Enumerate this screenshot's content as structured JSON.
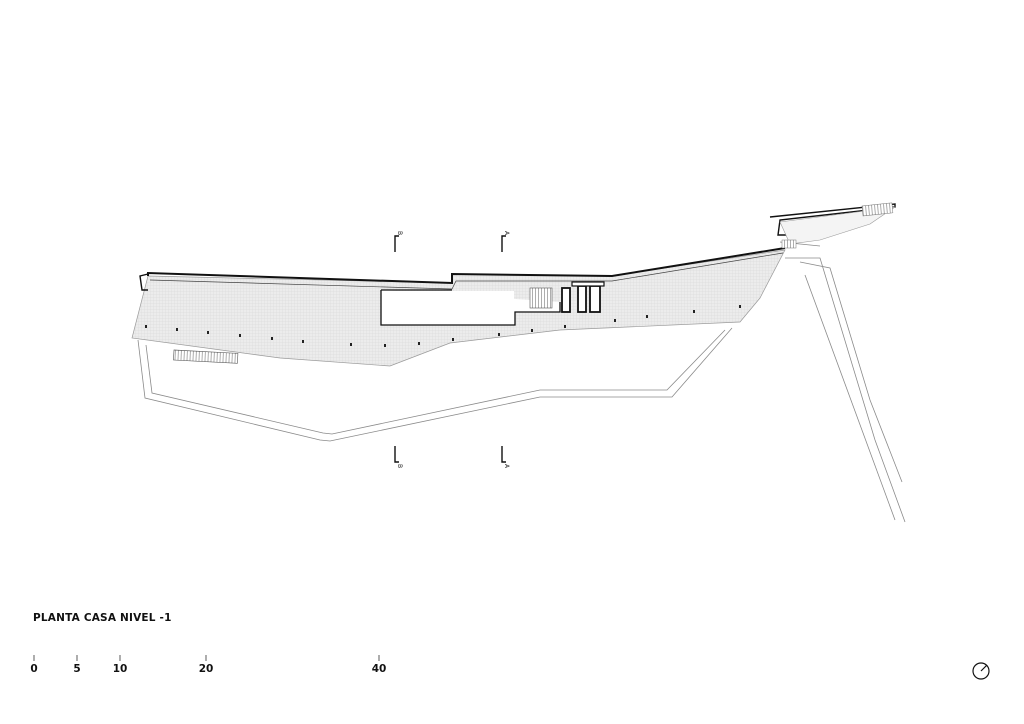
{
  "drawing": {
    "title": "PLANTA CASA NIVEL -1"
  },
  "scale_bar": {
    "labels": [
      "0",
      "5",
      "10",
      "20",
      "40"
    ]
  },
  "section_markers": {
    "a": "A",
    "b": "B"
  },
  "icons": {
    "north_arrow": "north-arrow-icon"
  },
  "colors": {
    "ink": "#111111",
    "terrace_fill": "#ebebeb",
    "light_line": "#8a8a8a"
  }
}
